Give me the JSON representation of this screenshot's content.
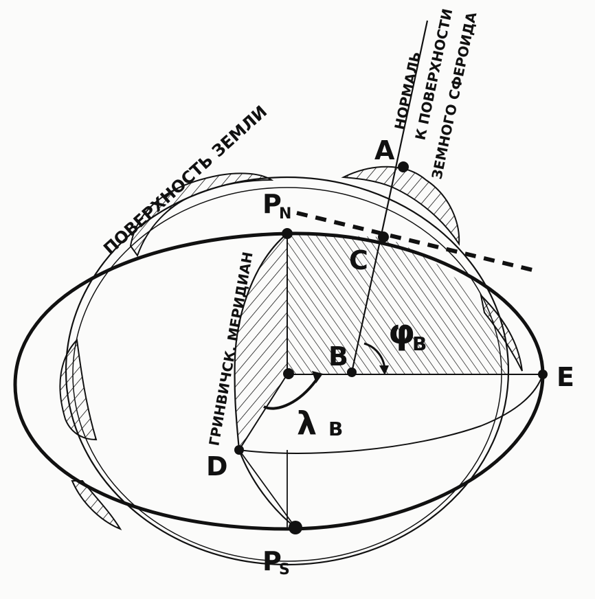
{
  "labels": {
    "point_a": "A",
    "point_pn": "P",
    "point_pn_sub": "N",
    "point_c": "C",
    "point_b": "B",
    "point_e": "E",
    "point_d": "D",
    "point_ps": "P",
    "point_ps_sub": "S",
    "phi": "φ",
    "phi_sub": "B",
    "lambda": "λ",
    "lambda_sub": "B"
  },
  "annotations": {
    "earth_surface": "ПОВЕРХНОСТЬ ЗЕМЛИ",
    "normal_line1": "НОРМАЛЬ",
    "normal_line2": "К ПОВЕРХНОСТИ",
    "normal_line3": "ЗЕМНОГО СФЕРОИДА",
    "greenwich_meridian": "ГРИНВИЧСК. МЕРИДИАН"
  },
  "colors": {
    "ink": "#111111",
    "paper": "#fbfbfa"
  }
}
